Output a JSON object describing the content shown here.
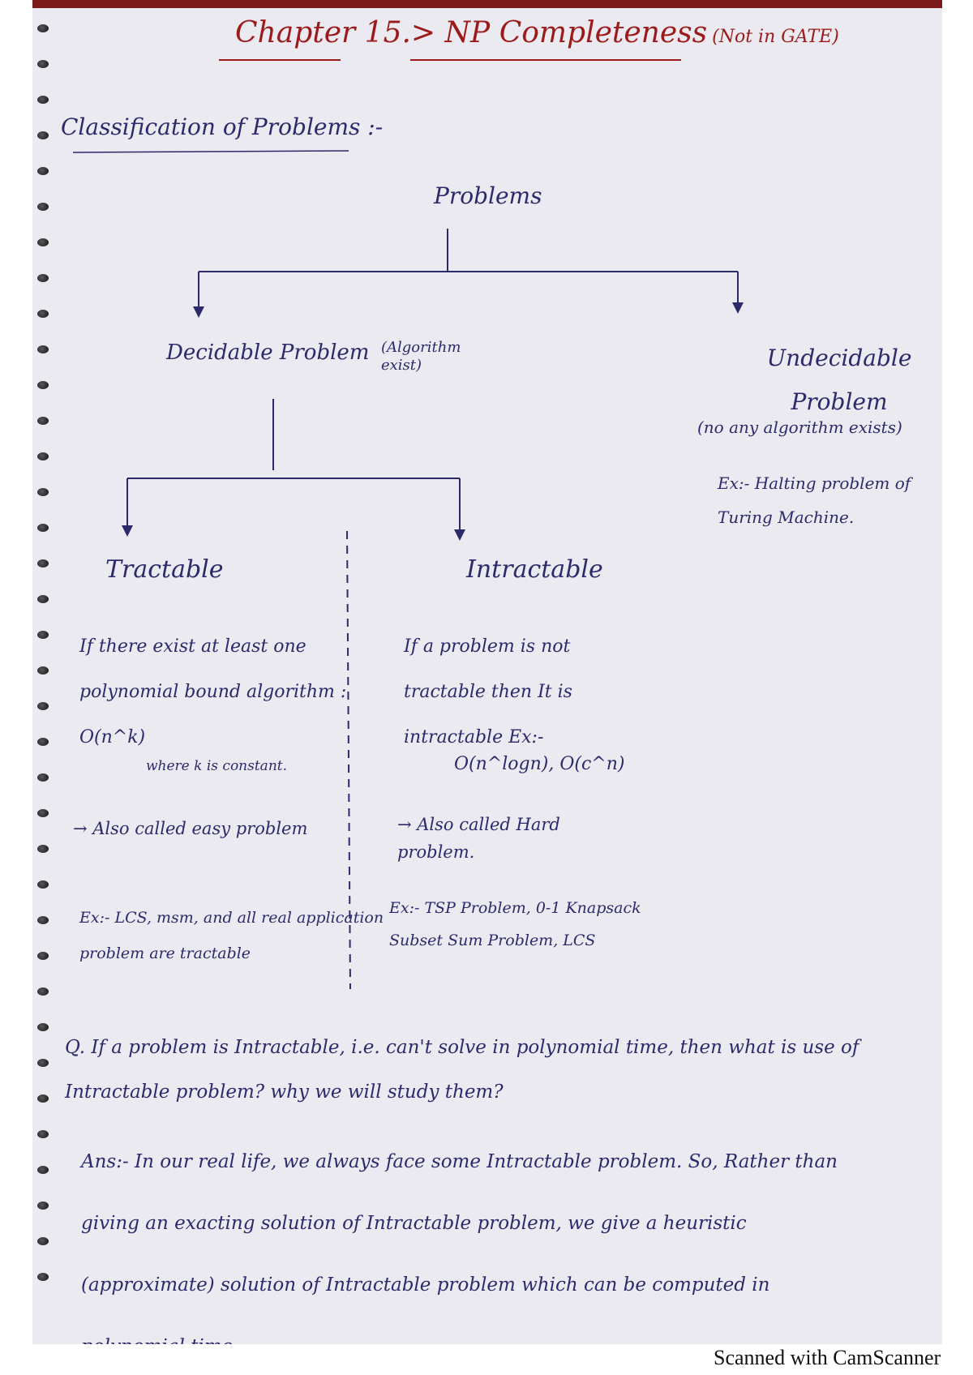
{
  "page": {
    "title": "Chapter 15.> NP Completeness",
    "title_note": "(Not in GATE)",
    "section_heading": "Classification of Problems :-"
  },
  "tree": {
    "root": "Problems",
    "decidable": {
      "label": "Decidable Problem",
      "note": "(Algorithm exist)"
    },
    "undecidable": {
      "label": "Undecidable Problem",
      "note": "(no any algorithm exists)",
      "example": "Ex:- Halting problem of Turing Machine."
    },
    "tractable": {
      "label": "Tractable",
      "definition": "If there exist at least one polynomial bound algorithm : O(n^k)",
      "constant_note": "where k is constant.",
      "alias": "→ Also called easy problem",
      "example": "Ex:- LCS, msm, and all real application problem are tractable"
    },
    "intractable": {
      "label": "Intractable",
      "definition": "If a problem is not tractable then It is intractable  Ex:-",
      "complexity_examples": "O(n^logn), O(c^n)",
      "alias": "→ Also called Hard problem.",
      "example": "Ex:- TSP Problem, 0-1 Knapsack Subset Sum Problem, LCS"
    }
  },
  "question": {
    "text": "Q. If a problem is Intractable, i.e. can't solve in polynomial time, then what is use of Intractable problem? why we will study them?"
  },
  "answer": {
    "text": "Ans:- In our real life, we always face some Intractable problem. So, Rather than giving an exacting solution of Intractable problem, we give a heuristic (approximate) solution of Intractable problem which can be computed in polynomial time."
  },
  "footer": {
    "text": "Scanned with CamScanner"
  },
  "colors": {
    "ink_blue": "#2d2a6b",
    "ink_red": "#9b1b1b",
    "paper": "#ebeaf0"
  }
}
